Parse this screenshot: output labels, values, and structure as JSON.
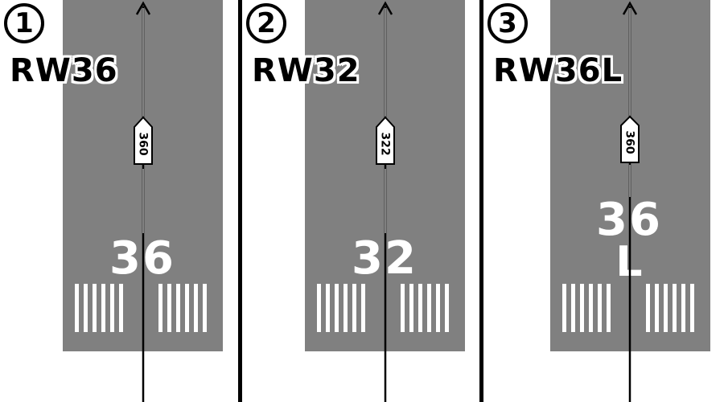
{
  "colors": {
    "runway": "#808080",
    "divider": "#000000",
    "background": "#ffffff",
    "markings": "#ffffff"
  },
  "panels": [
    {
      "badge": "1",
      "label": "RW36",
      "heading": "360",
      "runway_number": "36",
      "runway_suffix": ""
    },
    {
      "badge": "2",
      "label": "RW32",
      "heading": "322",
      "runway_number": "32",
      "runway_suffix": ""
    },
    {
      "badge": "3",
      "label": "RW36L",
      "heading": "360",
      "runway_number": "36",
      "runway_suffix": "L"
    }
  ]
}
